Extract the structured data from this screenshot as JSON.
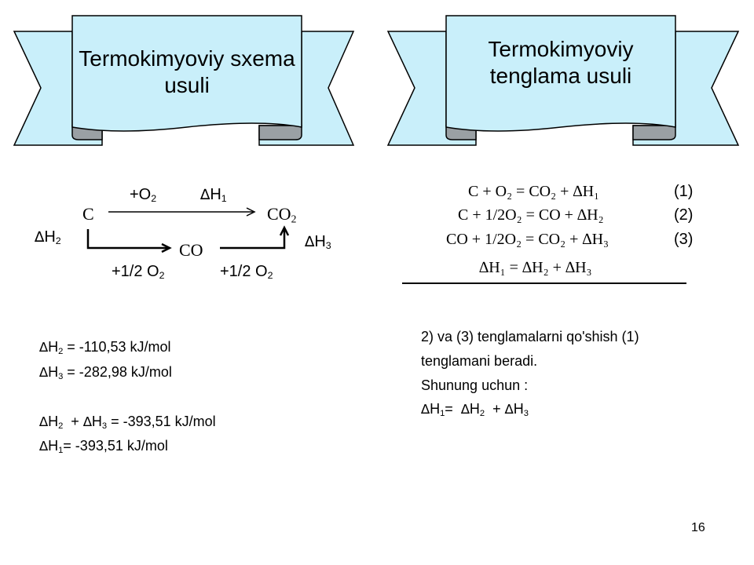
{
  "banners": {
    "left_line1": "Termokimyoviy sxema",
    "left_line2": "usuli",
    "right_line1": "Termokimyoviy",
    "right_line2": "tenglama usuli"
  },
  "colors": {
    "banner_fill": "#C9EFFA",
    "banner_shadow": "#9AA0A4",
    "stroke": "#000000"
  },
  "scheme": {
    "o2_label": "+O",
    "o2_sub": "2",
    "dh1_label": "H",
    "dh1_sub": "1",
    "c_label": "C",
    "co2_label": "CO",
    "co2_sub": "2",
    "dh2_label": "H",
    "dh2_sub": "2",
    "co_label": "CO",
    "dh3_label": "H",
    "dh3_sub": "3",
    "half_o2_left": "+1/2 O",
    "half_o2_left_sub": "2",
    "half_o2_right": "+1/2 O",
    "half_o2_right_sub": "2"
  },
  "delta_symbol": "∆",
  "equations": [
    {
      "text": "C + O₂ = CO₂ + ∆H₁",
      "number": "(1)"
    },
    {
      "text": "C + 1/2O₂ = CO + ∆H₂",
      "number": "(2)"
    },
    {
      "text": "CO + 1/2O₂ = CO₂ + ∆H₃",
      "number": "(3)"
    },
    {
      "text": "∆H₁ = ∆H₂ + ∆H₃",
      "number": ""
    }
  ],
  "values": {
    "line1_sub": "2",
    "line1_rest": " = -110,53 kJ/mol",
    "line2_sub": "3",
    "line2_rest": " = -282,98 kJ/mol",
    "line3_a_sub": "2",
    "line3_b_sub": "3",
    "line3_rest": " =  -393,51 kJ/mol",
    "line4_sub": "1",
    "line4_rest": "= -393,51 kJ/mol"
  },
  "explanation": {
    "line1": "2) va (3) tenglamalarni qo'shish (1)",
    "line2": "tenglamani beradi.",
    "line3": "Shunung uchun :",
    "final_h1_sub": "1",
    "final_h2_sub": "2",
    "final_h3_sub": "3"
  },
  "page_number": "16"
}
